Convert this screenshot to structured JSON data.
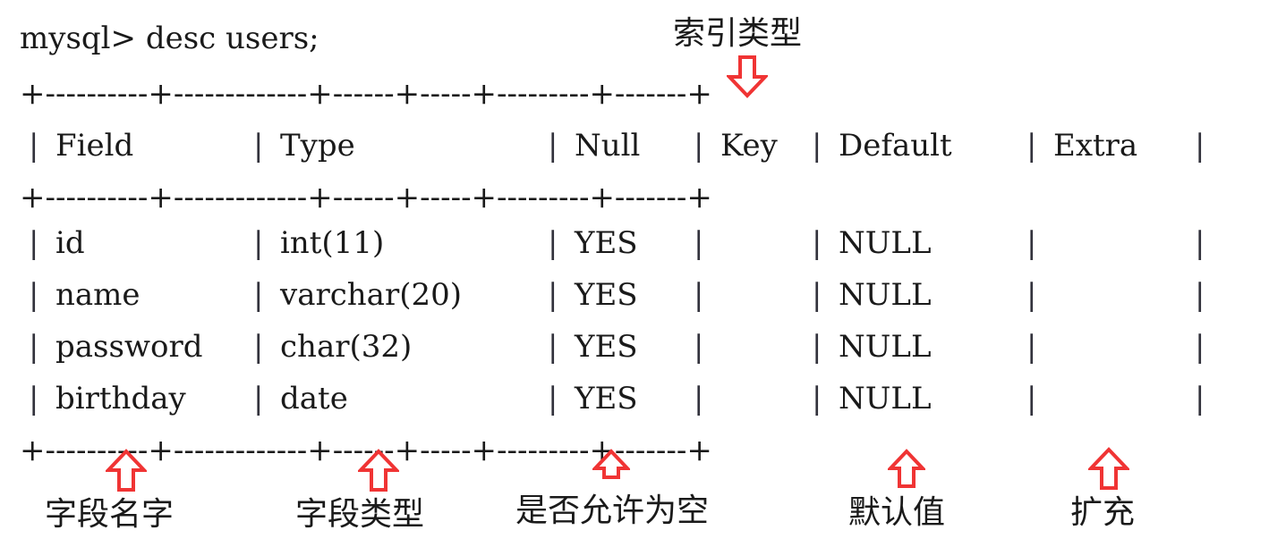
{
  "terminal": {
    "prompt_line": "mysql> desc users;",
    "rule_line": "+----------+-------------+------+-----+---------+-------+",
    "separator": "|"
  },
  "table": {
    "headers": [
      "Field",
      "Type",
      "Null",
      "Key",
      "Default",
      "Extra"
    ],
    "rows": [
      {
        "field": "id",
        "type": "int(11)",
        "null": "YES",
        "key": "",
        "default": "NULL",
        "extra": ""
      },
      {
        "field": "name",
        "type": "varchar(20)",
        "null": "YES",
        "key": "",
        "default": "NULL",
        "extra": ""
      },
      {
        "field": "password",
        "type": "char(32)",
        "null": "YES",
        "key": "",
        "default": "NULL",
        "extra": ""
      },
      {
        "field": "birthday",
        "type": "date",
        "null": "YES",
        "key": "",
        "default": "NULL",
        "extra": ""
      }
    ]
  },
  "annotations": {
    "accent_color": "#f03434",
    "top": [
      {
        "label": "索引类型",
        "target_column": "Key",
        "direction": "down"
      }
    ],
    "bottom": [
      {
        "label": "字段名字",
        "target_column": "Field",
        "direction": "up"
      },
      {
        "label": "字段类型",
        "target_column": "Type",
        "direction": "up"
      },
      {
        "label": "是否允许为空",
        "target_column": "Null",
        "direction": "up"
      },
      {
        "label": "默认值",
        "target_column": "Default",
        "direction": "up"
      },
      {
        "label": "扩充",
        "target_column": "Extra",
        "direction": "up"
      }
    ]
  }
}
